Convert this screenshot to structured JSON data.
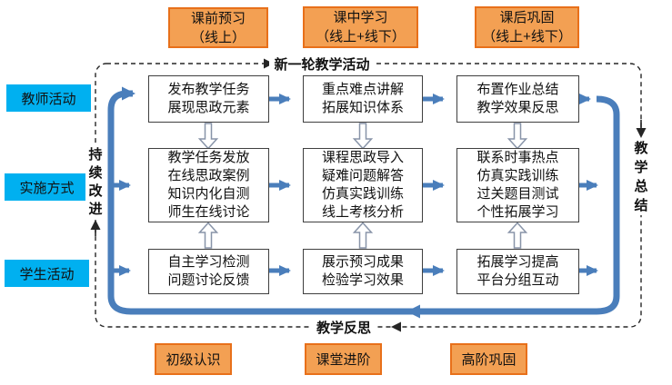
{
  "diagram": {
    "top_phases": [
      {
        "lines": [
          "课前预习",
          "（线上）"
        ]
      },
      {
        "lines": [
          "课中学习",
          "（线上+线下）"
        ]
      },
      {
        "lines": [
          "课后巩固",
          "（线上+线下）"
        ]
      }
    ],
    "row_labels": [
      {
        "label": "教师活动"
      },
      {
        "label": "实施方式"
      },
      {
        "label": "学生活动"
      }
    ],
    "loop_labels": {
      "new_round": "新一轮教学活动",
      "teaching_reflection": "教学反思",
      "continuous_improvement": "持续改进",
      "teaching_summary": "教学总结"
    },
    "grid": {
      "rows": [
        {
          "cells": [
            {
              "lines": [
                "发布教学任务",
                "展现思政元素"
              ]
            },
            {
              "lines": [
                "重点难点讲解",
                "拓展知识体系"
              ]
            },
            {
              "lines": [
                "布置作业总结",
                "教学效果反思"
              ]
            }
          ]
        },
        {
          "cells": [
            {
              "lines": [
                "教学任务发放",
                "在线思政案例",
                "知识内化自测",
                "师生在线讨论"
              ]
            },
            {
              "lines": [
                "课程思政导入",
                "疑难问题解答",
                "仿真实践训练",
                "线上考核分析"
              ]
            },
            {
              "lines": [
                "联系时事热点",
                "仿真实践训练",
                "过关题目测试",
                "个性拓展学习"
              ]
            }
          ]
        },
        {
          "cells": [
            {
              "lines": [
                "自主学习检测",
                "问题讨论反馈"
              ]
            },
            {
              "lines": [
                "展示预习成果",
                "检验学习效果"
              ]
            },
            {
              "lines": [
                "拓展学习提高",
                "平台分组互动"
              ]
            }
          ]
        }
      ]
    },
    "bottom_stages": [
      {
        "label": "初级认识"
      },
      {
        "label": "课堂进阶"
      },
      {
        "label": "高阶巩固"
      }
    ],
    "colors": {
      "phase_fill": "#F3A053",
      "phase_border": "#E8701A",
      "role_fill": "#00B0F0",
      "arrow_blue": "#4A7EBB",
      "hollow_arrow_stroke": "#8894A8",
      "dashed_line": "#262626"
    }
  }
}
